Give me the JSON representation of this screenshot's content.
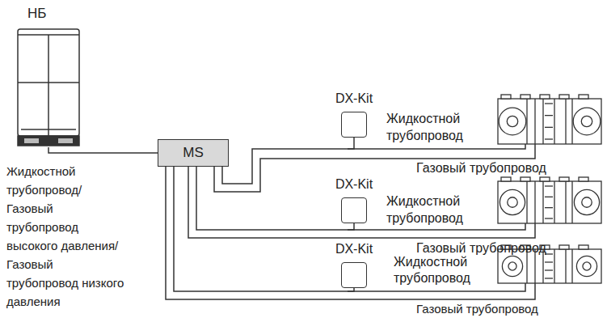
{
  "diagram": {
    "nodes": [
      {
        "text": [
          "НБ"
        ]
      },
      {
        "text": [
          "MS"
        ]
      },
      {
        "text": [
          "DX-Kit"
        ]
      },
      {
        "text": [
          "DX-Kit"
        ]
      },
      {
        "text": [
          "DX-Kit"
        ]
      }
    ],
    "edges": [
      {
        "from": 0,
        "to": 1,
        "arrow": "none"
      },
      {
        "from": 1,
        "to": 2,
        "arrow": "none"
      },
      {
        "from": 1,
        "to": 3,
        "arrow": "none"
      },
      {
        "from": 1,
        "to": 4,
        "arrow": "none"
      }
    ],
    "labels": [
      "Жидкостной трубопровод/ Газовый трубопровод высокого давления/ Газовый трубопровод низкого давления",
      "Жидкостной трубопровод",
      "Газовый трубопровод",
      "Жидкостной трубопровод",
      "Газовый трубопровод",
      "Жидкостной трубопровод",
      "Газовый трубопровод"
    ]
  }
}
